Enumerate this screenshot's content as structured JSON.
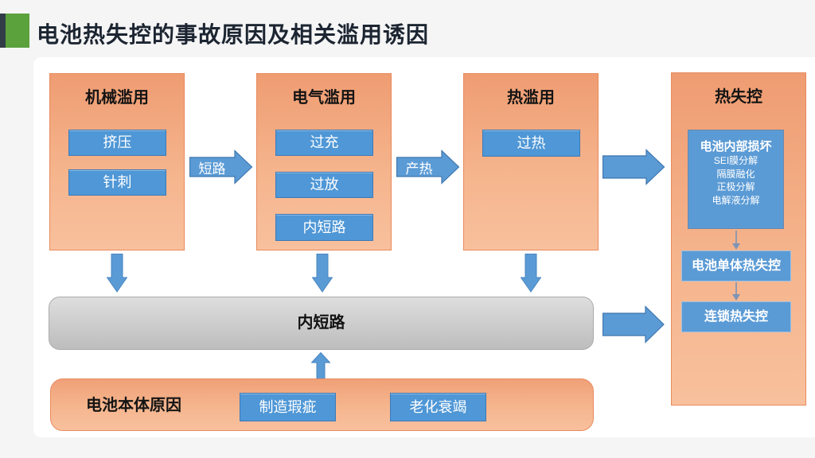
{
  "title": "电池热失控的事故原因及相关滥用诱因",
  "columns": [
    {
      "title": "机械滥用",
      "items": [
        "挤压",
        "针刺"
      ]
    },
    {
      "title": "电气滥用",
      "items": [
        "过充",
        "过放",
        "内短路"
      ]
    },
    {
      "title": "热滥用",
      "items": [
        "过热"
      ]
    }
  ],
  "thermal_runaway": {
    "title": "热失控",
    "internal_damage": {
      "title": "电池内部损坏",
      "lines": [
        "SEI膜分解",
        "隔膜融化",
        "正极分解",
        "电解液分解"
      ]
    },
    "steps": [
      "电池单体热失控",
      "连锁热失控"
    ]
  },
  "connectors": {
    "mech_to_elec": "短路",
    "elec_to_thermal": "产热"
  },
  "internal_short_bar": "内短路",
  "battery_causes": {
    "label": "电池本体原因",
    "items": [
      "制造瑕疵",
      "老化衰竭"
    ]
  },
  "colors": {
    "accent_blue": "#5b9bd5",
    "item_blue": "#4f97d6",
    "box_orange": "#f2a47c",
    "bar_gray": "#c9c9c9",
    "marker_green": "#5ba13c",
    "marker_dark": "#333d48"
  }
}
